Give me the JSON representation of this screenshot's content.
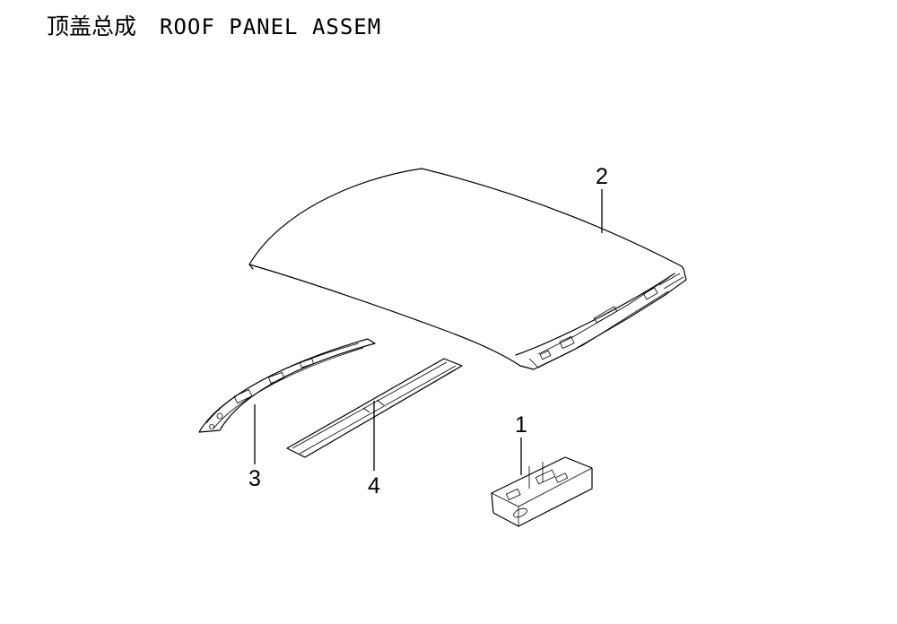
{
  "header": {
    "title_cn": "顶盖总成",
    "title_en": "ROOF PANEL ASSEM"
  },
  "callouts": [
    {
      "id": "1",
      "label": "1"
    },
    {
      "id": "2",
      "label": "2"
    },
    {
      "id": "3",
      "label": "3"
    },
    {
      "id": "4",
      "label": "4"
    }
  ],
  "colors": {
    "line": "#000000",
    "background": "#ffffff"
  }
}
